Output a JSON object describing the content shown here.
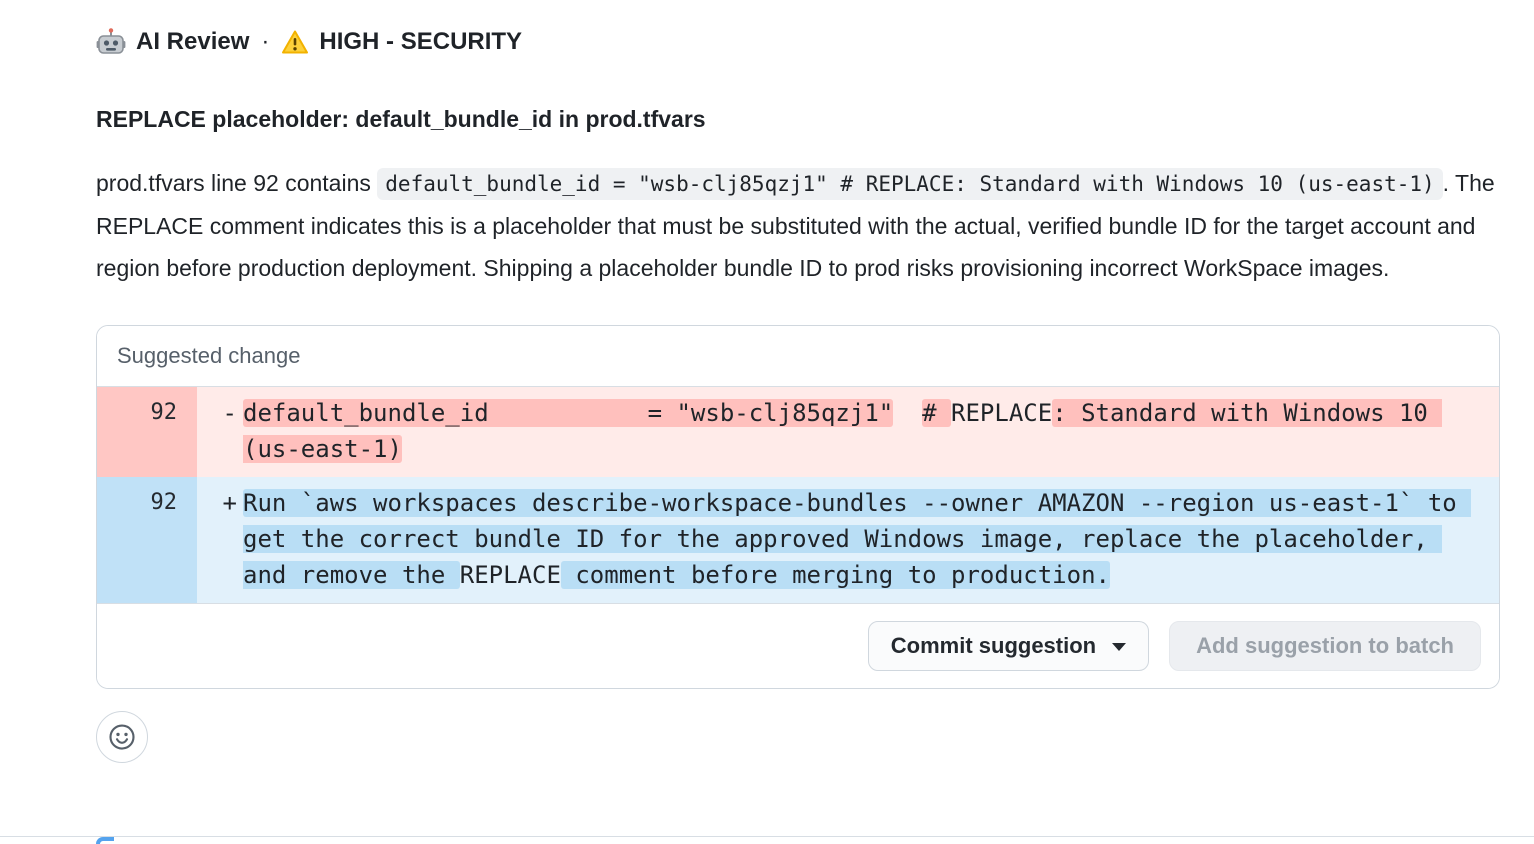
{
  "header": {
    "robot_emoji": "🤖",
    "title": "AI Review",
    "separator": "·",
    "warning_emoji": "⚠️",
    "severity": "HIGH - SECURITY"
  },
  "finding": {
    "title": "REPLACE placeholder: default_bundle_id in prod.tfvars",
    "description_prefix": "prod.tfvars line 92 contains ",
    "description_code": "default_bundle_id = \"wsb-clj85qzj1\" # REPLACE: Standard with Windows 10 (us-east-1)",
    "description_suffix": ". The REPLACE comment indicates this is a placeholder that must be substituted with the actual, verified bundle ID for the target account and region before production deployment. Shipping a placeholder bundle ID to prod risks provisioning incorrect WorkSpace images."
  },
  "suggestion": {
    "header": "Suggested change",
    "deletion": {
      "line_number": "92",
      "marker": "-",
      "segments": [
        {
          "text": "default_bundle_id           = \"wsb-clj85qzj1\"",
          "highlight": true
        },
        {
          "text": "  ",
          "highlight": false
        },
        {
          "text": "# ",
          "highlight": true
        },
        {
          "text": "REPLACE",
          "highlight": false
        },
        {
          "text": ": Standard with Windows 10 (us-east-1)",
          "highlight": true
        }
      ]
    },
    "addition": {
      "line_number": "92",
      "marker": "+",
      "segments": [
        {
          "text": "Run `aws workspaces describe-workspace-bundles --owner AMAZON --region us-east-1` to get the correct bundle ID for the approved Windows image, replace the placeholder, and remove the ",
          "highlight": true
        },
        {
          "text": "REPLACE",
          "highlight": false
        },
        {
          "text": " comment before merging to production.",
          "highlight": true
        }
      ]
    },
    "actions": {
      "commit_label": "Commit suggestion",
      "batch_label": "Add suggestion to batch"
    }
  },
  "icons": {
    "robot": "robot-icon",
    "warning": "warning-icon",
    "dropdown_caret": "▾",
    "smiley_reaction": "smiley-icon"
  },
  "colors": {
    "deletion_row_bg": "#ffebe9",
    "deletion_word_bg": "#ffc0bd",
    "deletion_gutter_bg": "#ffc7c4",
    "addition_row_bg": "#e2f1fb",
    "addition_word_bg": "#b9def5",
    "addition_gutter_bg": "#c0e1f7",
    "border": "#d0d7de",
    "muted_text": "#57606a",
    "accent_blue": "#54a3ee"
  }
}
